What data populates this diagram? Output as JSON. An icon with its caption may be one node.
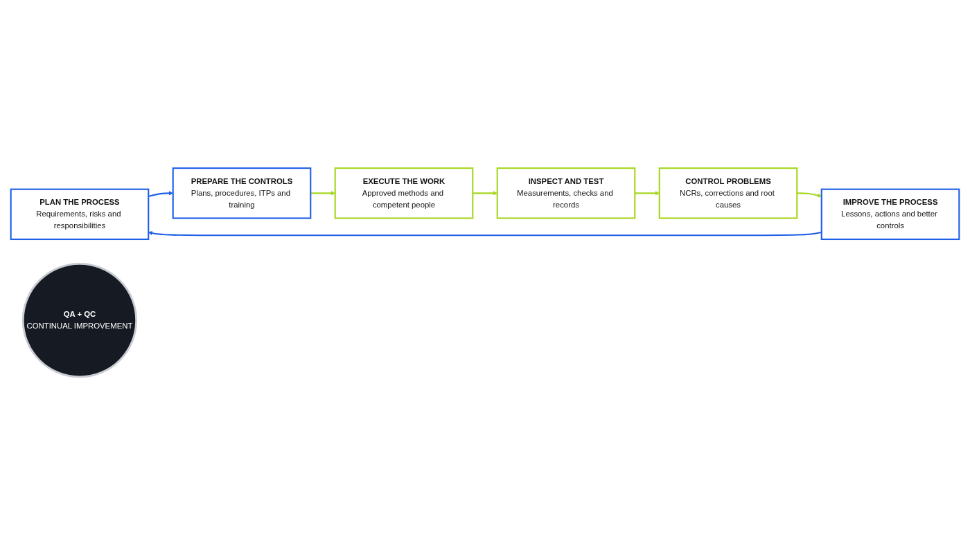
{
  "diagram": {
    "nodes": [
      {
        "text": [
          "PLAN THE PROCESS",
          "Requirements, risks and responsibilities"
        ]
      },
      {
        "text": [
          "PREPARE THE CONTROLS",
          "Plans, procedures, ITPs and training"
        ]
      },
      {
        "text": [
          "EXECUTE THE WORK",
          "Approved methods and competent people"
        ]
      },
      {
        "text": [
          "INSPECT AND TEST",
          "Measurements, checks and records"
        ]
      },
      {
        "text": [
          "CONTROL PROBLEMS",
          "NCRs, corrections and root causes"
        ]
      },
      {
        "text": [
          "IMPROVE THE PROCESS",
          "Lessons, actions and better controls"
        ]
      },
      {
        "text": [
          "QA + QC",
          "CONTINUAL IMPROVEMENT"
        ]
      }
    ],
    "edges": [
      {
        "from": 5,
        "to": 0,
        "arrow": "to",
        "color": "#1f5fe8"
      },
      {
        "from": 0,
        "to": 1,
        "arrow": "to",
        "color": "#1f5fe8"
      },
      {
        "from": 1,
        "to": 2,
        "arrow": "to"
      },
      {
        "from": 2,
        "to": 3,
        "arrow": "to"
      },
      {
        "from": 3,
        "to": 4,
        "arrow": "to"
      },
      {
        "from": 4,
        "to": 5,
        "arrow": "to"
      }
    ]
  }
}
